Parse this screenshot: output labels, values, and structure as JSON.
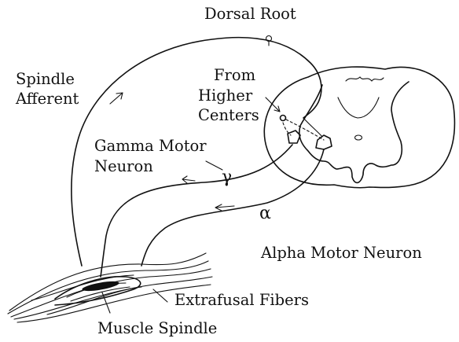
{
  "labels": {
    "dorsal_root": "Dorsal Root",
    "spindle_afferent_1": "Spindle",
    "spindle_afferent_2": "Afferent",
    "from_higher_1": "From",
    "from_higher_2": "Higher",
    "from_higher_3": "Centers",
    "gamma_1": "Gamma Motor",
    "gamma_2": "Neuron",
    "alpha_motor_neuron": "Alpha Motor Neuron",
    "extrafusal_fibers": "Extrafusal Fibers",
    "muscle_spindle": "Muscle Spindle"
  },
  "symbols": {
    "gamma": "γ",
    "alpha": "α"
  },
  "colors": {
    "ink": "#111111",
    "background": "#ffffff"
  }
}
